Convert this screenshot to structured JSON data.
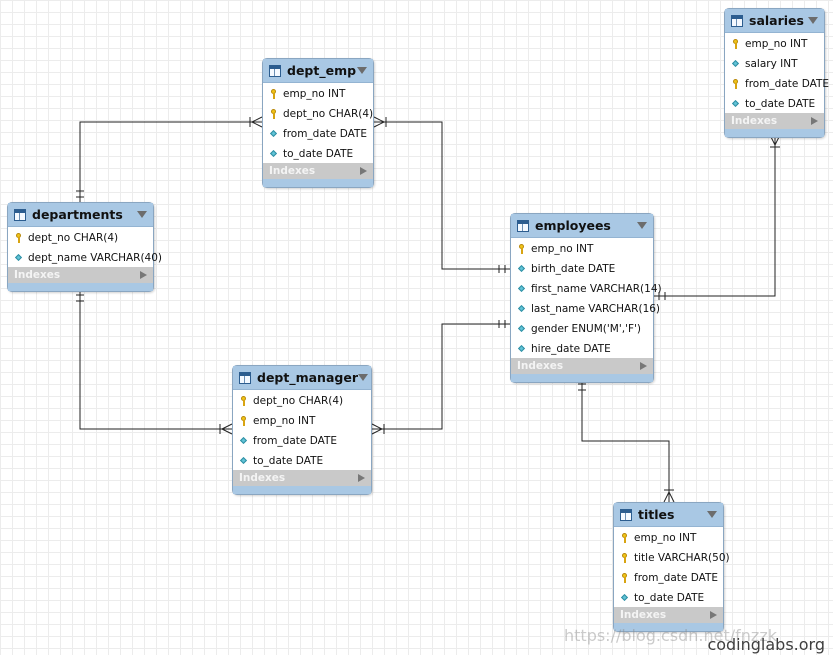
{
  "diagram": {
    "tables": [
      {
        "id": "dept_emp",
        "name": "dept_emp",
        "indexes_label": "Indexes",
        "columns": [
          {
            "text": "emp_no INT",
            "key": "pk"
          },
          {
            "text": "dept_no CHAR(4)",
            "key": "pk"
          },
          {
            "text": "from_date DATE",
            "key": "col"
          },
          {
            "text": "to_date DATE",
            "key": "col"
          }
        ]
      },
      {
        "id": "salaries",
        "name": "salaries",
        "indexes_label": "Indexes",
        "columns": [
          {
            "text": "emp_no INT",
            "key": "pk"
          },
          {
            "text": "salary INT",
            "key": "col"
          },
          {
            "text": "from_date DATE",
            "key": "pk"
          },
          {
            "text": "to_date DATE",
            "key": "col"
          }
        ]
      },
      {
        "id": "departments",
        "name": "departments",
        "indexes_label": "Indexes",
        "columns": [
          {
            "text": "dept_no CHAR(4)",
            "key": "pk"
          },
          {
            "text": "dept_name VARCHAR(40)",
            "key": "col"
          }
        ]
      },
      {
        "id": "employees",
        "name": "employees",
        "indexes_label": "Indexes",
        "columns": [
          {
            "text": "emp_no INT",
            "key": "pk"
          },
          {
            "text": "birth_date DATE",
            "key": "col"
          },
          {
            "text": "first_name VARCHAR(14)",
            "key": "col"
          },
          {
            "text": "last_name VARCHAR(16)",
            "key": "col"
          },
          {
            "text": "gender ENUM('M','F')",
            "key": "col"
          },
          {
            "text": "hire_date DATE",
            "key": "col"
          }
        ]
      },
      {
        "id": "dept_manager",
        "name": "dept_manager",
        "indexes_label": "Indexes",
        "columns": [
          {
            "text": "dept_no CHAR(4)",
            "key": "pk"
          },
          {
            "text": "emp_no INT",
            "key": "pk"
          },
          {
            "text": "from_date DATE",
            "key": "col"
          },
          {
            "text": "to_date DATE",
            "key": "col"
          }
        ]
      },
      {
        "id": "titles",
        "name": "titles",
        "indexes_label": "Indexes",
        "columns": [
          {
            "text": "emp_no INT",
            "key": "pk"
          },
          {
            "text": "title VARCHAR(50)",
            "key": "pk"
          },
          {
            "text": "from_date DATE",
            "key": "pk"
          },
          {
            "text": "to_date DATE",
            "key": "col"
          }
        ]
      }
    ],
    "relationships": [
      {
        "id": "departments-dept_emp",
        "from": "departments",
        "to": "dept_emp",
        "from_end": "one",
        "to_end": "many"
      },
      {
        "id": "employees-dept_emp",
        "from": "employees",
        "to": "dept_emp",
        "from_end": "one",
        "to_end": "many"
      },
      {
        "id": "departments-dept_manager",
        "from": "departments",
        "to": "dept_manager",
        "from_end": "one",
        "to_end": "many"
      },
      {
        "id": "employees-dept_manager",
        "from": "employees",
        "to": "dept_manager",
        "from_end": "one",
        "to_end": "many"
      },
      {
        "id": "employees-salaries",
        "from": "employees",
        "to": "salaries",
        "from_end": "one",
        "to_end": "many"
      },
      {
        "id": "employees-titles",
        "from": "employees",
        "to": "titles",
        "from_end": "one",
        "to_end": "many"
      }
    ]
  },
  "watermark": {
    "text": "codinglabs.org",
    "faint_text": "https://blog.csdn.net/fnzzk"
  }
}
